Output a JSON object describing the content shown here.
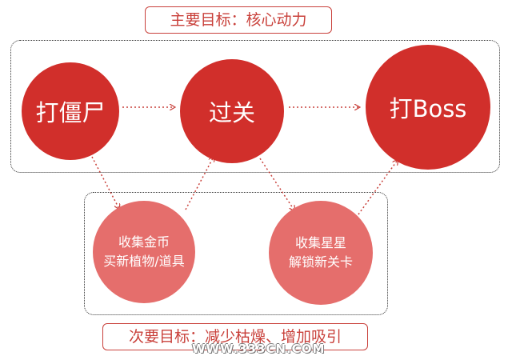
{
  "primary_goal": {
    "label": "主要目标：核心动力"
  },
  "secondary_goal": {
    "label": "次要目标：减少枯燥、增加吸引"
  },
  "nodes": {
    "kill_zombies": "打僵尸",
    "clear_level": "过关",
    "boss": "打Boss",
    "coins_line1": "收集金币",
    "coins_line2": "买新植物/道具",
    "stars_line1": "收集星星",
    "stars_line2": "解锁新关卡"
  },
  "watermark": "WWW.333CN.COM",
  "colors": {
    "main_node": "#d12f2b",
    "sub_node": "#e56e6c",
    "label_border": "#c9413b",
    "arrow": "#c9413b"
  }
}
